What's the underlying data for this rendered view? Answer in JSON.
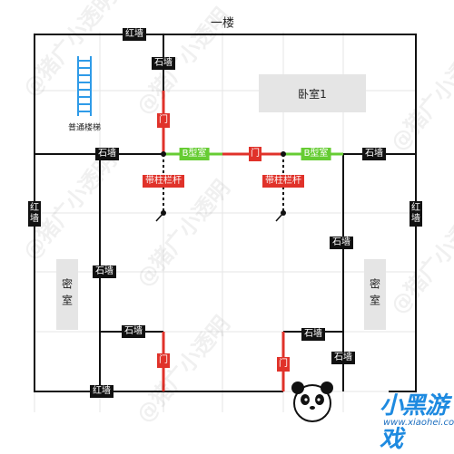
{
  "map": {
    "floor_title": "一楼",
    "rooms": {
      "bedroom": "卧室1",
      "secret_left": "密室",
      "secret_right": "密室"
    },
    "stairs_label": "普通楼梯",
    "labels": {
      "red_wall_top": "红墙",
      "red_wall_left": "红墙",
      "red_wall_right": "红墙",
      "red_wall_bottom": "红墙",
      "stone_top": "石墙",
      "stone_left_mid": "石墙",
      "stone_right_mid": "石墙",
      "stone_left_inner": "石墙",
      "stone_right_inner": "石墙",
      "stone_bottom_left": "石墙",
      "stone_bottom_right": "石墙",
      "stone_bottom_right2": "石墙",
      "b_gate_left": "B型室",
      "b_gate_right": "B型室",
      "fence_left": "带柱栏杆",
      "fence_right": "带柱栏杆",
      "door1": "门",
      "door2": "门",
      "door3": "门",
      "door4": "门"
    }
  },
  "watermark": "@猪广小透明",
  "brand": {
    "name": "小黑游戏",
    "url": "www.xiaohei.com"
  },
  "colors": {
    "wall": "#111111",
    "red": "#e0322a",
    "green": "#66cc33",
    "stair": "#2f9be8",
    "room_fill": "#e5e5e5"
  }
}
